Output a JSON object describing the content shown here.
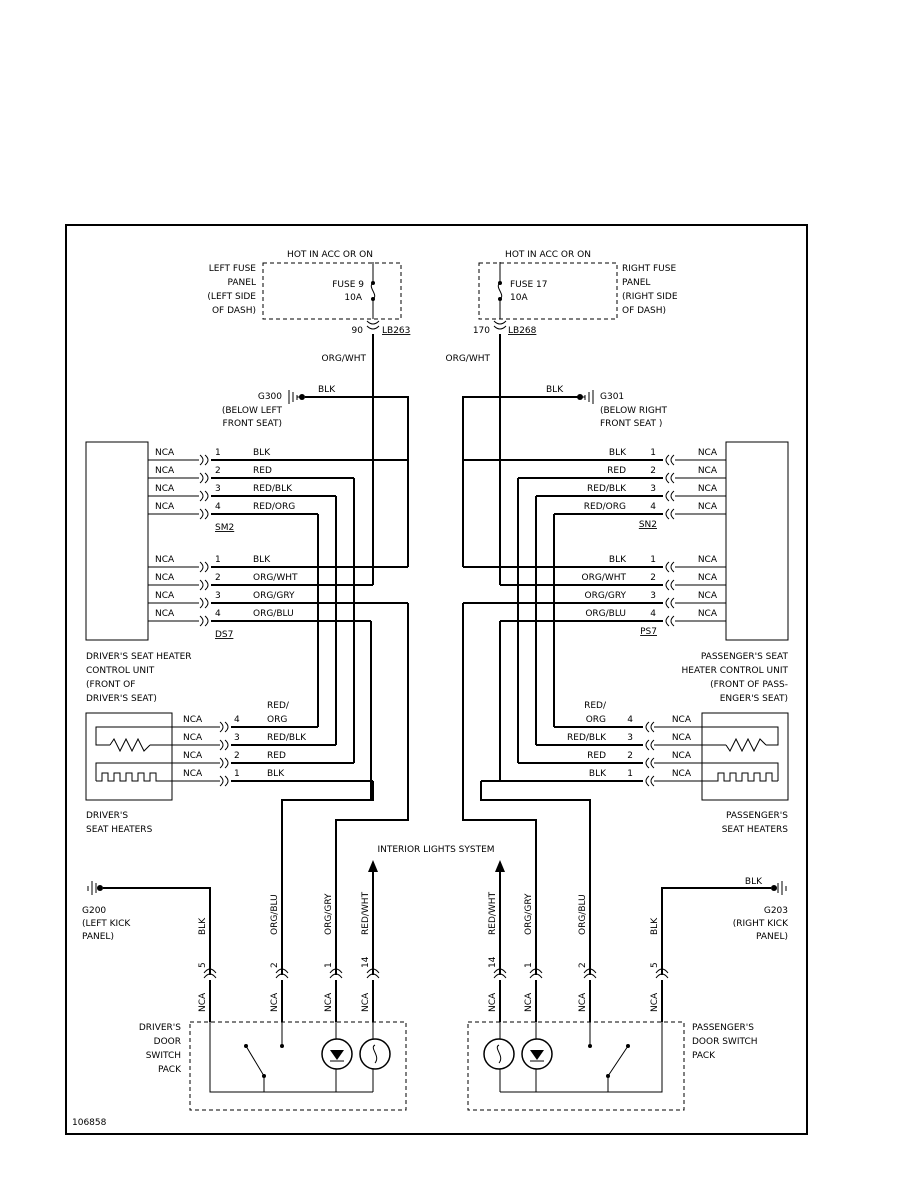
{
  "diagram_id": "106858",
  "left_fuse": {
    "hot_label": "HOT IN ACC OR ON",
    "panel_lines": [
      "LEFT FUSE",
      "PANEL",
      "(LEFT SIDE",
      "OF DASH)"
    ],
    "fuse_lines": [
      "FUSE 9",
      "10A"
    ],
    "circuit_no": "90",
    "connector": "LB263",
    "wire": "ORG/WHT"
  },
  "right_fuse": {
    "hot_label": "HOT IN ACC OR ON",
    "panel_lines": [
      "RIGHT FUSE",
      "PANEL",
      "(RIGHT SIDE",
      "OF DASH)"
    ],
    "fuse_lines": [
      "FUSE 17",
      "10A"
    ],
    "circuit_no": "170",
    "connector": "LB268",
    "wire": "ORG/WHT"
  },
  "left_ground": {
    "id": "G300",
    "wire": "BLK",
    "location_lines": [
      "(BELOW LEFT",
      "FRONT SEAT)"
    ]
  },
  "right_ground": {
    "id": "G301",
    "wire": "BLK",
    "location_lines": [
      "(BELOW RIGHT",
      "FRONT SEAT )"
    ]
  },
  "left_sm_connector": {
    "name": "SM2",
    "pins": [
      {
        "pin": "1",
        "nca": "NCA",
        "wire": "BLK"
      },
      {
        "pin": "2",
        "nca": "NCA",
        "wire": "RED"
      },
      {
        "pin": "3",
        "nca": "NCA",
        "wire": "RED/BLK"
      },
      {
        "pin": "4",
        "nca": "NCA",
        "wire": "RED/ORG"
      }
    ]
  },
  "left_ds_connector": {
    "name": "DS7",
    "pins": [
      {
        "pin": "1",
        "nca": "NCA",
        "wire": "BLK"
      },
      {
        "pin": "2",
        "nca": "NCA",
        "wire": "ORG/WHT"
      },
      {
        "pin": "3",
        "nca": "NCA",
        "wire": "ORG/GRY"
      },
      {
        "pin": "4",
        "nca": "NCA",
        "wire": "ORG/BLU"
      }
    ]
  },
  "right_sn_connector": {
    "name": "SN2",
    "pins": [
      {
        "pin": "1",
        "nca": "NCA",
        "wire": "BLK"
      },
      {
        "pin": "2",
        "nca": "NCA",
        "wire": "RED"
      },
      {
        "pin": "3",
        "nca": "NCA",
        "wire": "RED/BLK"
      },
      {
        "pin": "4",
        "nca": "NCA",
        "wire": "RED/ORG"
      }
    ]
  },
  "right_ps_connector": {
    "name": "PS7",
    "pins": [
      {
        "pin": "1",
        "nca": "NCA",
        "wire": "BLK"
      },
      {
        "pin": "2",
        "nca": "NCA",
        "wire": "ORG/WHT"
      },
      {
        "pin": "3",
        "nca": "NCA",
        "wire": "ORG/GRY"
      },
      {
        "pin": "4",
        "nca": "NCA",
        "wire": "ORG/BLU"
      }
    ]
  },
  "driver_control_unit_lines": [
    "DRIVER'S SEAT HEATER",
    "CONTROL UNIT",
    "(FRONT OF",
    "DRIVER'S SEAT)"
  ],
  "passenger_control_unit_lines": [
    "PASSENGER'S SEAT",
    "HEATER CONTROL UNIT",
    "(FRONT OF PASS-",
    "ENGER'S SEAT)"
  ],
  "left_heater_connector": {
    "pins": [
      {
        "pin": "4",
        "nca": "NCA",
        "wire": "ORG",
        "wire_top": "RED/"
      },
      {
        "pin": "3",
        "nca": "NCA",
        "wire": "RED/BLK"
      },
      {
        "pin": "2",
        "nca": "NCA",
        "wire": "RED"
      },
      {
        "pin": "1",
        "nca": "NCA",
        "wire": "BLK"
      }
    ]
  },
  "right_heater_connector": {
    "pins": [
      {
        "pin": "4",
        "nca": "NCA",
        "wire": "ORG",
        "wire_top": "RED/"
      },
      {
        "pin": "3",
        "nca": "NCA",
        "wire": "RED/BLK"
      },
      {
        "pin": "2",
        "nca": "NCA",
        "wire": "RED"
      },
      {
        "pin": "1",
        "nca": "NCA",
        "wire": "BLK"
      }
    ]
  },
  "driver_heaters_lines": [
    "DRIVER'S",
    "SEAT HEATERS"
  ],
  "passenger_heaters_lines": [
    "PASSENGER'S",
    "SEAT HEATERS"
  ],
  "interior_lights": "INTERIOR LIGHTS SYSTEM",
  "left_kick_ground": {
    "id": "G200",
    "location_lines": [
      "(LEFT KICK",
      "PANEL)"
    ]
  },
  "right_kick_ground": {
    "id": "G203",
    "wire": "BLK",
    "location_lines": [
      "(RIGHT KICK",
      "PANEL)"
    ]
  },
  "left_door_wires": [
    {
      "wire": "BLK",
      "pin": "5",
      "nca": "NCA"
    },
    {
      "wire": "ORG/BLU",
      "pin": "2",
      "nca": "NCA"
    },
    {
      "wire": "ORG/GRY",
      "pin": "1",
      "nca": "NCA"
    },
    {
      "wire": "RED/WHT",
      "pin": "14",
      "nca": "NCA"
    }
  ],
  "right_door_wires": [
    {
      "wire": "RED/WHT",
      "pin": "14",
      "nca": "NCA"
    },
    {
      "wire": "ORG/GRY",
      "pin": "1",
      "nca": "NCA"
    },
    {
      "wire": "ORG/BLU",
      "pin": "2",
      "nca": "NCA"
    },
    {
      "wire": "BLK",
      "pin": "5",
      "nca": "NCA"
    }
  ],
  "driver_door_pack_lines": [
    "DRIVER'S",
    "DOOR",
    "SWITCH",
    "PACK"
  ],
  "passenger_door_pack_lines": [
    "PASSENGER'S",
    "DOOR SWITCH",
    "PACK"
  ]
}
